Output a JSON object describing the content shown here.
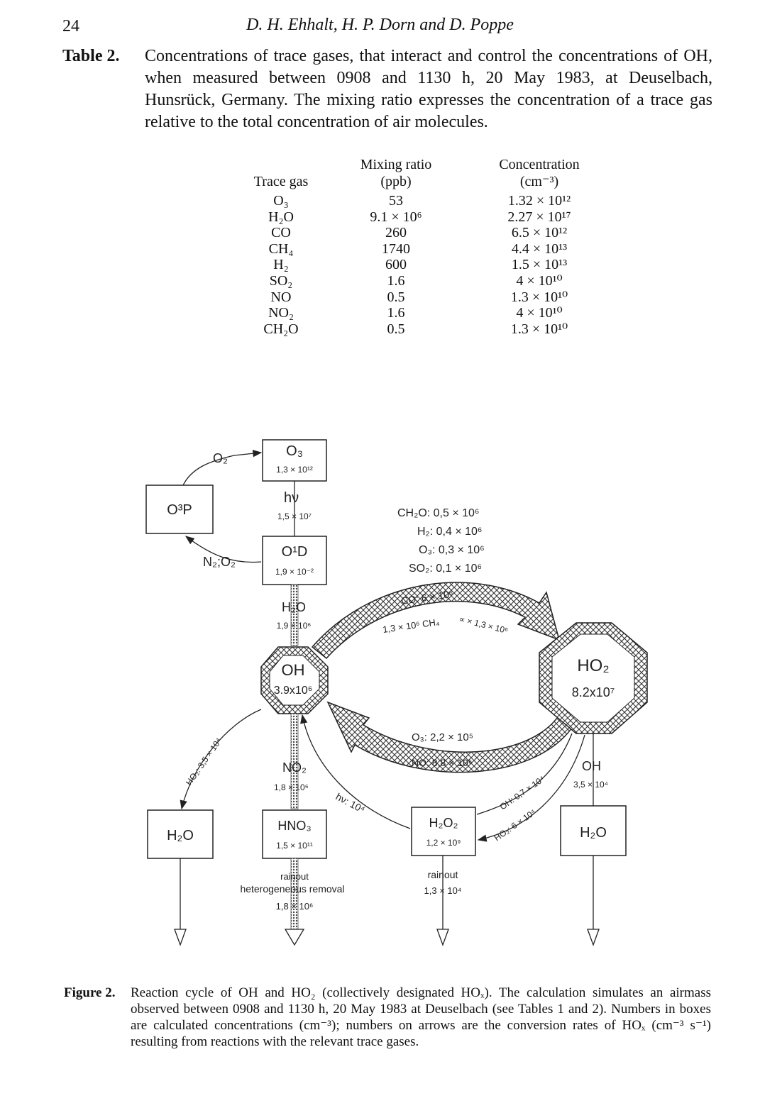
{
  "header": {
    "page_number": "24",
    "authors": "D. H. Ehhalt, H. P. Dorn and D. Poppe"
  },
  "table": {
    "caption_label": "Table 2.",
    "caption_text": "Concentrations of trace gases, that interact and control the concentrations of OH, when measured between 0908 and 1130 h, 20 May 1983, at Deuselbach, Hunsrück, Germany. The mixing ratio expresses the concentration of a trace gas relative to the total concentration of air molecules.",
    "col_gas": "Trace gas",
    "col_mix_1": "Mixing ratio",
    "col_mix_2": "(ppb)",
    "col_conc_1": "Concentration",
    "col_conc_2": "(cm⁻³)",
    "rows": [
      {
        "gas": "O₃",
        "mix": "53",
        "conc": "1.32 × 10¹²"
      },
      {
        "gas": "H₂O",
        "mix": "9.1 × 10⁶",
        "conc": "2.27 × 10¹⁷"
      },
      {
        "gas": "CO",
        "mix": "260",
        "conc": "6.5 × 10¹²"
      },
      {
        "gas": "CH₄",
        "mix": "1740",
        "conc": "4.4 × 10¹³"
      },
      {
        "gas": "H₂",
        "mix": "600",
        "conc": "1.5 × 10¹³"
      },
      {
        "gas": "SO₂",
        "mix": "1.6",
        "conc": "4 × 10¹⁰"
      },
      {
        "gas": "NO",
        "mix": "0.5",
        "conc": "1.3 × 10¹⁰"
      },
      {
        "gas": "NO₂",
        "mix": "1.6",
        "conc": "4 × 10¹⁰"
      },
      {
        "gas": "CH₂O",
        "mix": "0.5",
        "conc": "1.3 × 10¹⁰"
      }
    ]
  },
  "diagram": {
    "o3_name": "O₃",
    "o3_conc": "1,3 × 10¹²",
    "o3p_name": "O³P",
    "o1d_name": "O¹D",
    "o1d_conc": "1,9 × 10⁻²",
    "oh_name": "OH",
    "oh_conc": "3.9x10⁶",
    "ho2_name": "HO₂",
    "ho2_conc": "8.2x10⁷",
    "h2o_left": "H₂O",
    "hno3_name": "HNO₃",
    "hno3_conc": "1,5 × 10¹¹",
    "h2o2_name": "H₂O₂",
    "h2o2_conc": "1,2 × 10⁹",
    "h2o_right": "H₂O",
    "o2_label": "O₂",
    "n2o2_label": "N₂;O₂",
    "hv_label": "hν",
    "hv_rate": "1,5 × 10⁷",
    "h2o_arrow": "H₂O",
    "h2o_arrow_rate": "1,9 × 10⁶",
    "r_ch2o": "CH₂O: 0,5 × 10⁶",
    "r_h2": "H₂: 0,4 × 10⁶",
    "r_o3": "O₃: 0,3 × 10⁶",
    "r_so2": "SO₂: 0,1 × 10⁶",
    "r_co": "CO: 6 × 10⁶",
    "r_ch4": "1,3 × 10⁶ CH₄",
    "r_alpha": "∝ × 1,3 × 10⁶",
    "r_o3_back": "O₃: 2,2 × 10⁵",
    "r_no": "NO: 8,8 × 10⁶",
    "ho2_left_rate": "HO₂: 3,5 × 10⁴",
    "no2_label": "NO₂",
    "no2_rate": "1,8 × 10⁶",
    "hv_h2o2": "hν: 10⁴",
    "oh_h2o2_rate": "OH: 0,7 × 10⁴",
    "ho2_h2o2_rate": "HO₂: 6 × 10⁴",
    "oh_right": "OH",
    "oh_right_rate": "3,5 × 10⁴",
    "rainout_1": "rainout",
    "hetero": "heterogeneous removal",
    "rainout_1_rate": "1,8 × 10⁶",
    "rainout_2": "rainout",
    "rainout_2_rate": "1,3 × 10⁴"
  },
  "figure_caption": {
    "label": "Figure 2.",
    "text": "Reaction cycle of OH and HO₂ (collectively designated HOₓ). The calculation simulates an airmass observed between 0908 and 1130 h, 20 May 1983 at Deuselbach (see Tables 1 and 2). Numbers in boxes are calculated concentrations (cm⁻³); numbers on arrows are the conversion rates of HOₓ (cm⁻³ s⁻¹) resulting from reactions with the relevant trace gases."
  }
}
